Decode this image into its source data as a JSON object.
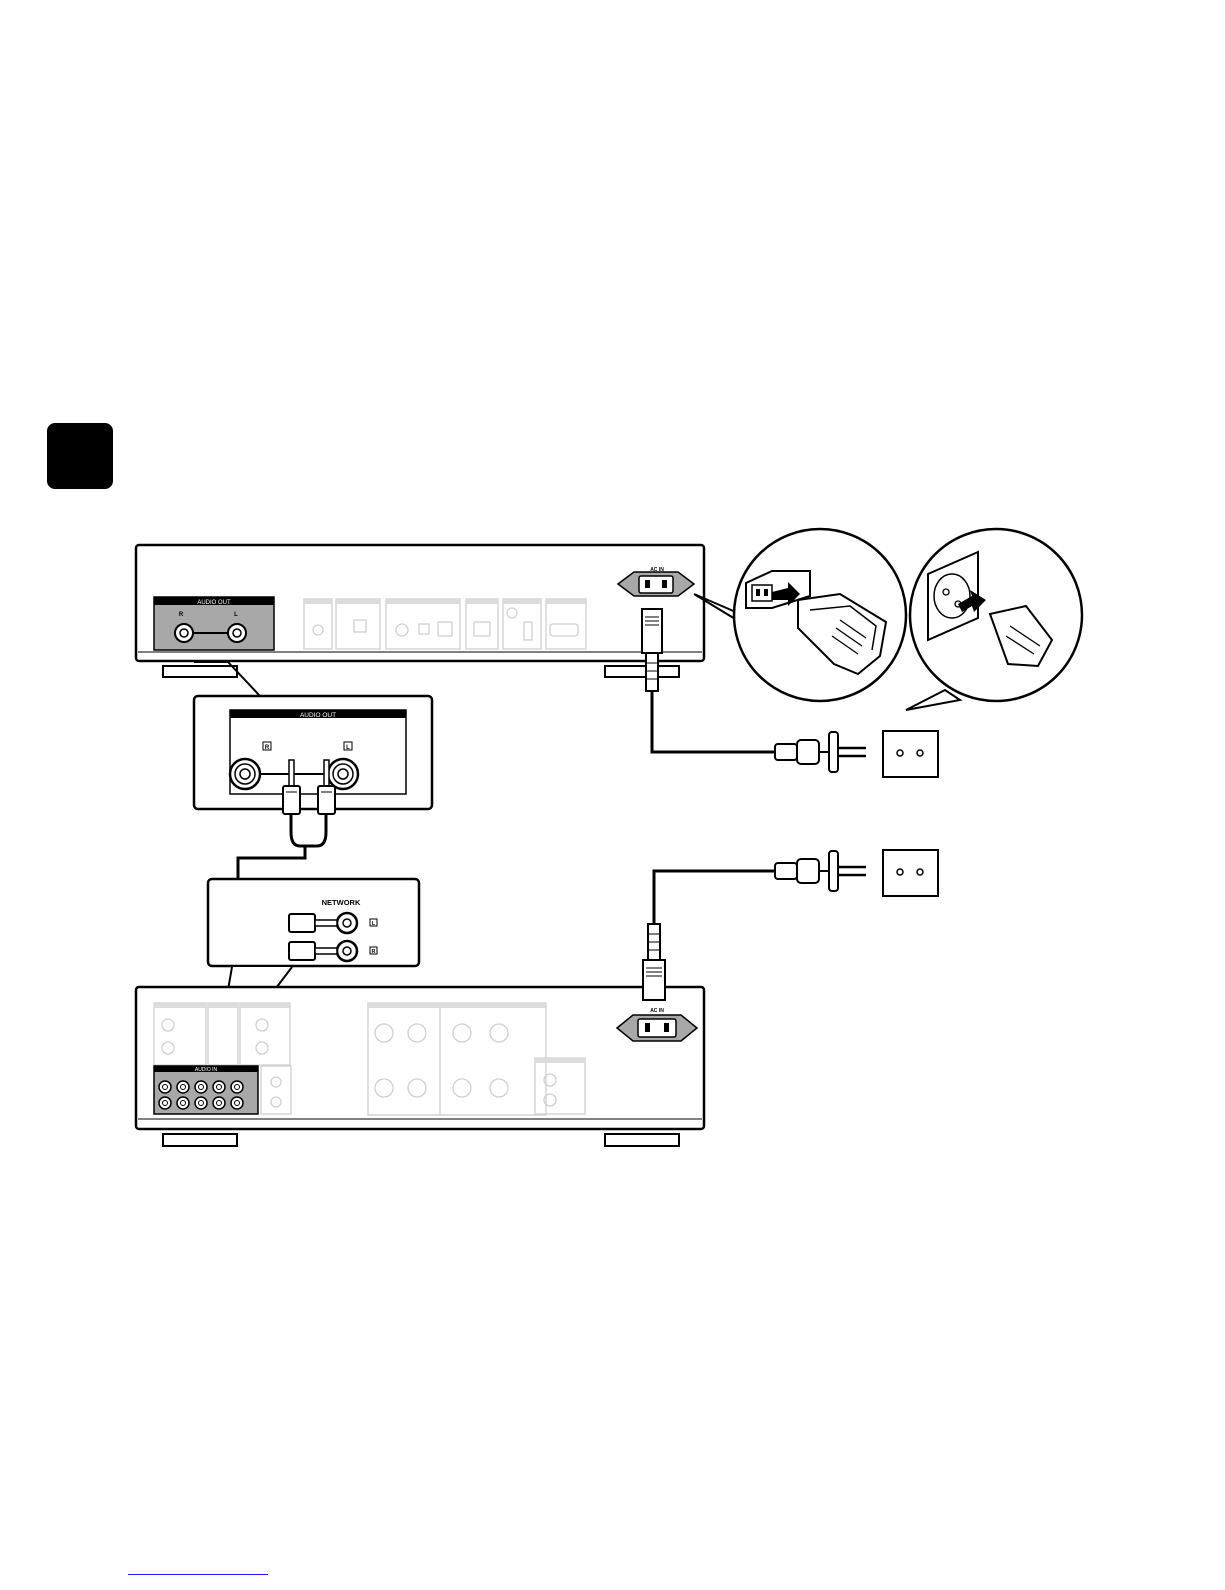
{
  "network_player": {
    "audio_out_label": "AUDIO OUT",
    "channel_left": "L",
    "channel_right": "R",
    "ac_in_label": "AC IN",
    "zoom": {
      "audio_out_label": "AUDIO OUT",
      "channel_right": "R",
      "channel_left": "L"
    }
  },
  "amplifier": {
    "audio_in_label": "AUDIO IN",
    "ac_in_label": "AC IN",
    "zoom": {
      "input_label": "NETWORK",
      "channel_left": "L",
      "channel_right": "R"
    }
  }
}
